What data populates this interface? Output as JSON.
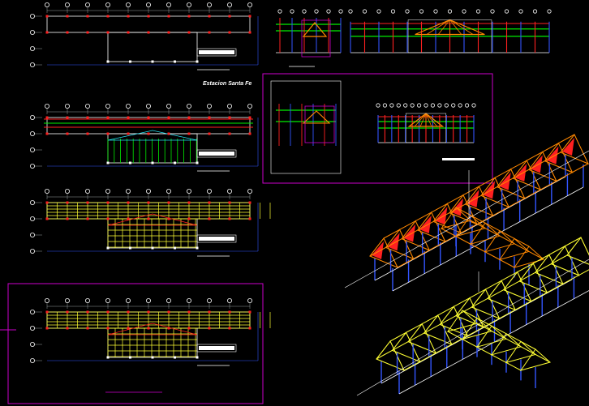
{
  "drawing": {
    "caption": "Estacion Santa Fe"
  },
  "colors": {
    "background": "#000000",
    "column_white": "#ffffff",
    "red": "#ff2020",
    "green": "#00ee00",
    "yellow": "#ffff33",
    "cyan": "#22ddee",
    "blue": "#3355ff",
    "magenta": "#cc00cc",
    "orange": "#ff8800",
    "grey": "#9aa0a0"
  },
  "icons": {
    "axis_bubble": "circle-axis-marker",
    "truss": "roof-truss"
  }
}
